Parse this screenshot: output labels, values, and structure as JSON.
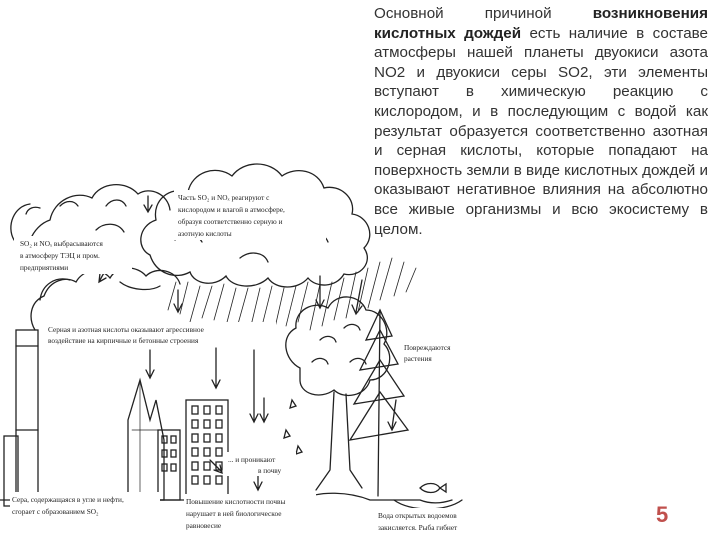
{
  "description": {
    "part1": "Основной причиной ",
    "bold": "возникновения кислотных дождей",
    "part2": " есть наличие в составе атмосферы нашей планеты двуокиси азота NO2 и двуокиси серы SO2, эти элементы вступают в химическую реакцию с кислородом, и в последующим с водой как результат образуется соответственно азотная и серная кислоты, которые попадают на поверхность земли в виде кислотных дождей и оказывают негативное влияния на абсолютно все живые организмы и всю экосистему в целом."
  },
  "diagram": {
    "emission": [
      "SO₂ и NOₓ выбрасываются",
      "в атмосферу ТЭЦ и пром.",
      "предприятиями"
    ],
    "reaction": [
      "Часть SO₂ и NOₓ реагируют с",
      "кислородом и влагой в атмосфере,",
      "образуя соответственно серную и",
      "азотную кислоты"
    ],
    "buildings": [
      "Серная и азотная кислоты оказывают агрессивное",
      "воздействие на кирпичные и бетонные строения"
    ],
    "plants": [
      "Повреждаются",
      "растения"
    ],
    "soil_entry": [
      "... и проникают",
      "в почву"
    ],
    "sulfur": [
      "Сера, содержащаяся в угле и нефти,",
      "сгорает с образованием SO₂"
    ],
    "soil_acidity": [
      "Повышение кислотности почвы",
      "нарушает в ней биологическое",
      "равновесие"
    ],
    "water": [
      "Вода открытых водоемов",
      "закисляется. Рыба гибнет"
    ]
  },
  "page_number": "5"
}
